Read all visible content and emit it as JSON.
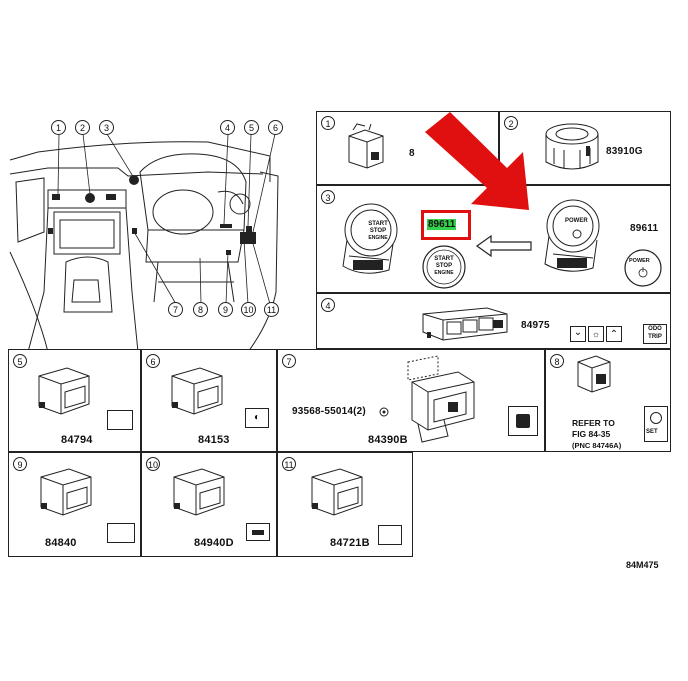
{
  "overview": {
    "callouts": [
      "1",
      "2",
      "3",
      "4",
      "5",
      "6",
      "7",
      "8",
      "9",
      "10",
      "11"
    ]
  },
  "panel1": {
    "index": "1",
    "part": "8"
  },
  "panel2": {
    "index": "2",
    "part": "83910G"
  },
  "panel3": {
    "index": "3",
    "part_left": "89611",
    "part_right": "89611",
    "btn1_line1": "START",
    "btn1_line2": "STOP",
    "btn1_line3": "ENGINE",
    "btn2_line1": "START",
    "btn2_line2": "STOP",
    "btn2_line3": "ENGINE",
    "btn3_line1": "POWER",
    "btn4_line1": "POWER"
  },
  "panel4": {
    "index": "4",
    "part": "84975",
    "icon_odo": "ODO",
    "icon_trip": "TRIP"
  },
  "panel5": {
    "index": "5",
    "part": "84794"
  },
  "panel6": {
    "index": "6",
    "part": "84153"
  },
  "panel7": {
    "index": "7",
    "part_bolt": "93568-55014(2)",
    "part": "84390B"
  },
  "panel8": {
    "index": "8",
    "ref_line1": "REFER TO",
    "ref_line2": "FIG 84-35",
    "ref_line3": "(PNC 84746A)",
    "set_label": "SET"
  },
  "panel9": {
    "index": "9",
    "part": "84840"
  },
  "panel10": {
    "index": "10",
    "part": "84940D"
  },
  "panel11": {
    "index": "11",
    "part": "84721B"
  },
  "diagram_code": "84M475",
  "colors": {
    "highlight_box": "#e01010",
    "highlight_text_bg": "#34d14a",
    "arrow": "#e01010"
  }
}
